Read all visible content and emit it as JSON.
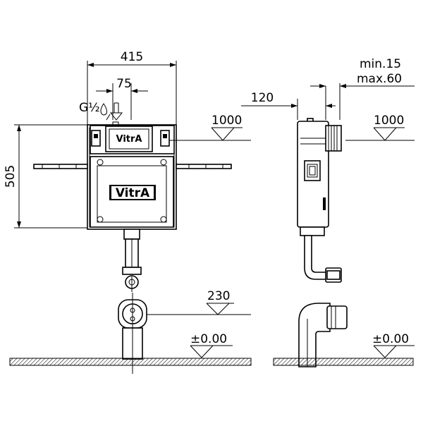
{
  "front_view": {
    "width_dim": "415",
    "offset_dim": "75",
    "height_dim": "505",
    "thread_label": "G½",
    "top_level": "1000",
    "floor_level": "230",
    "ground_level": "±0.00"
  },
  "side_view": {
    "depth_dim": "120",
    "wall_min": "min.15",
    "wall_max": "max.60",
    "top_level": "1000",
    "ground_level": "±0.00"
  },
  "brand": {
    "small_logo": "VitrA",
    "large_logo": "VitrA"
  }
}
